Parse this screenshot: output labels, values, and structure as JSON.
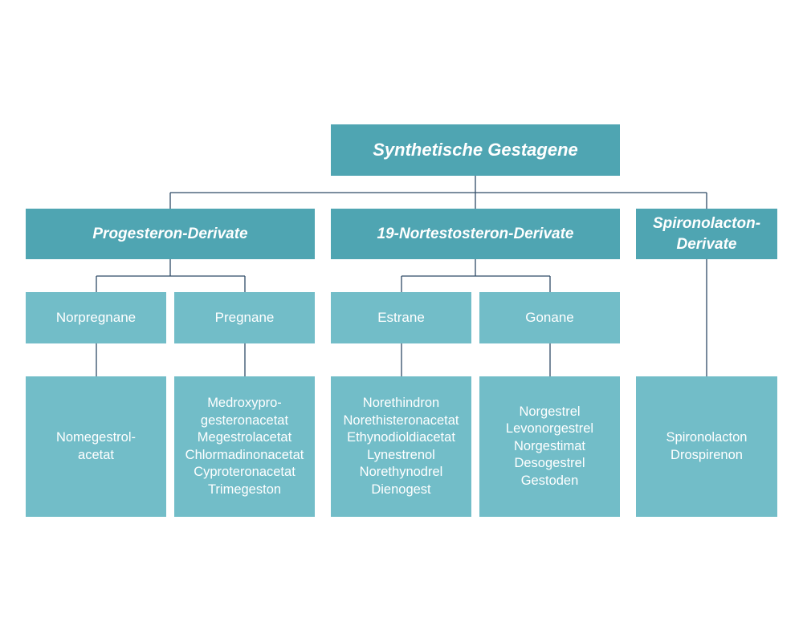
{
  "title": "Synthetische Gestagene",
  "categories": {
    "progesteron": "Progesteron-Derivate",
    "nortestosteron": "19-Nortestosteron-Derivate",
    "spironolacton": [
      "Spironolacton-",
      "Derivate"
    ]
  },
  "subgroups": {
    "norpregnane": "Norpregnane",
    "pregnane": "Pregnane",
    "estrane": "Estrane",
    "gonane": "Gonane"
  },
  "substances": {
    "norpregnane": [
      "Nomegestrol-",
      "acetat"
    ],
    "pregnane": [
      "Medroxypro-",
      "gesteronacetat",
      "Megestrolacetat",
      "Chlormadinonacetat",
      "Cyproteronacetat",
      "Trimegeston"
    ],
    "estrane": [
      "Norethindron",
      "Norethisteronacetat",
      "Ethynodioldiacetat",
      "Lynestrenol",
      "Norethynodrel",
      "Dienogest"
    ],
    "gonane": [
      "Norgestrel",
      "Levonorgestrel",
      "Norgestimat",
      "Desogestrel",
      "Gestoden"
    ],
    "spironolacton": [
      "Spironolacton",
      "Drospirenon"
    ]
  },
  "colors": {
    "header_box": "#4fa5b2",
    "sub_box": "#72bdc8",
    "connector": "#2f4a66",
    "text": "#ffffff"
  }
}
